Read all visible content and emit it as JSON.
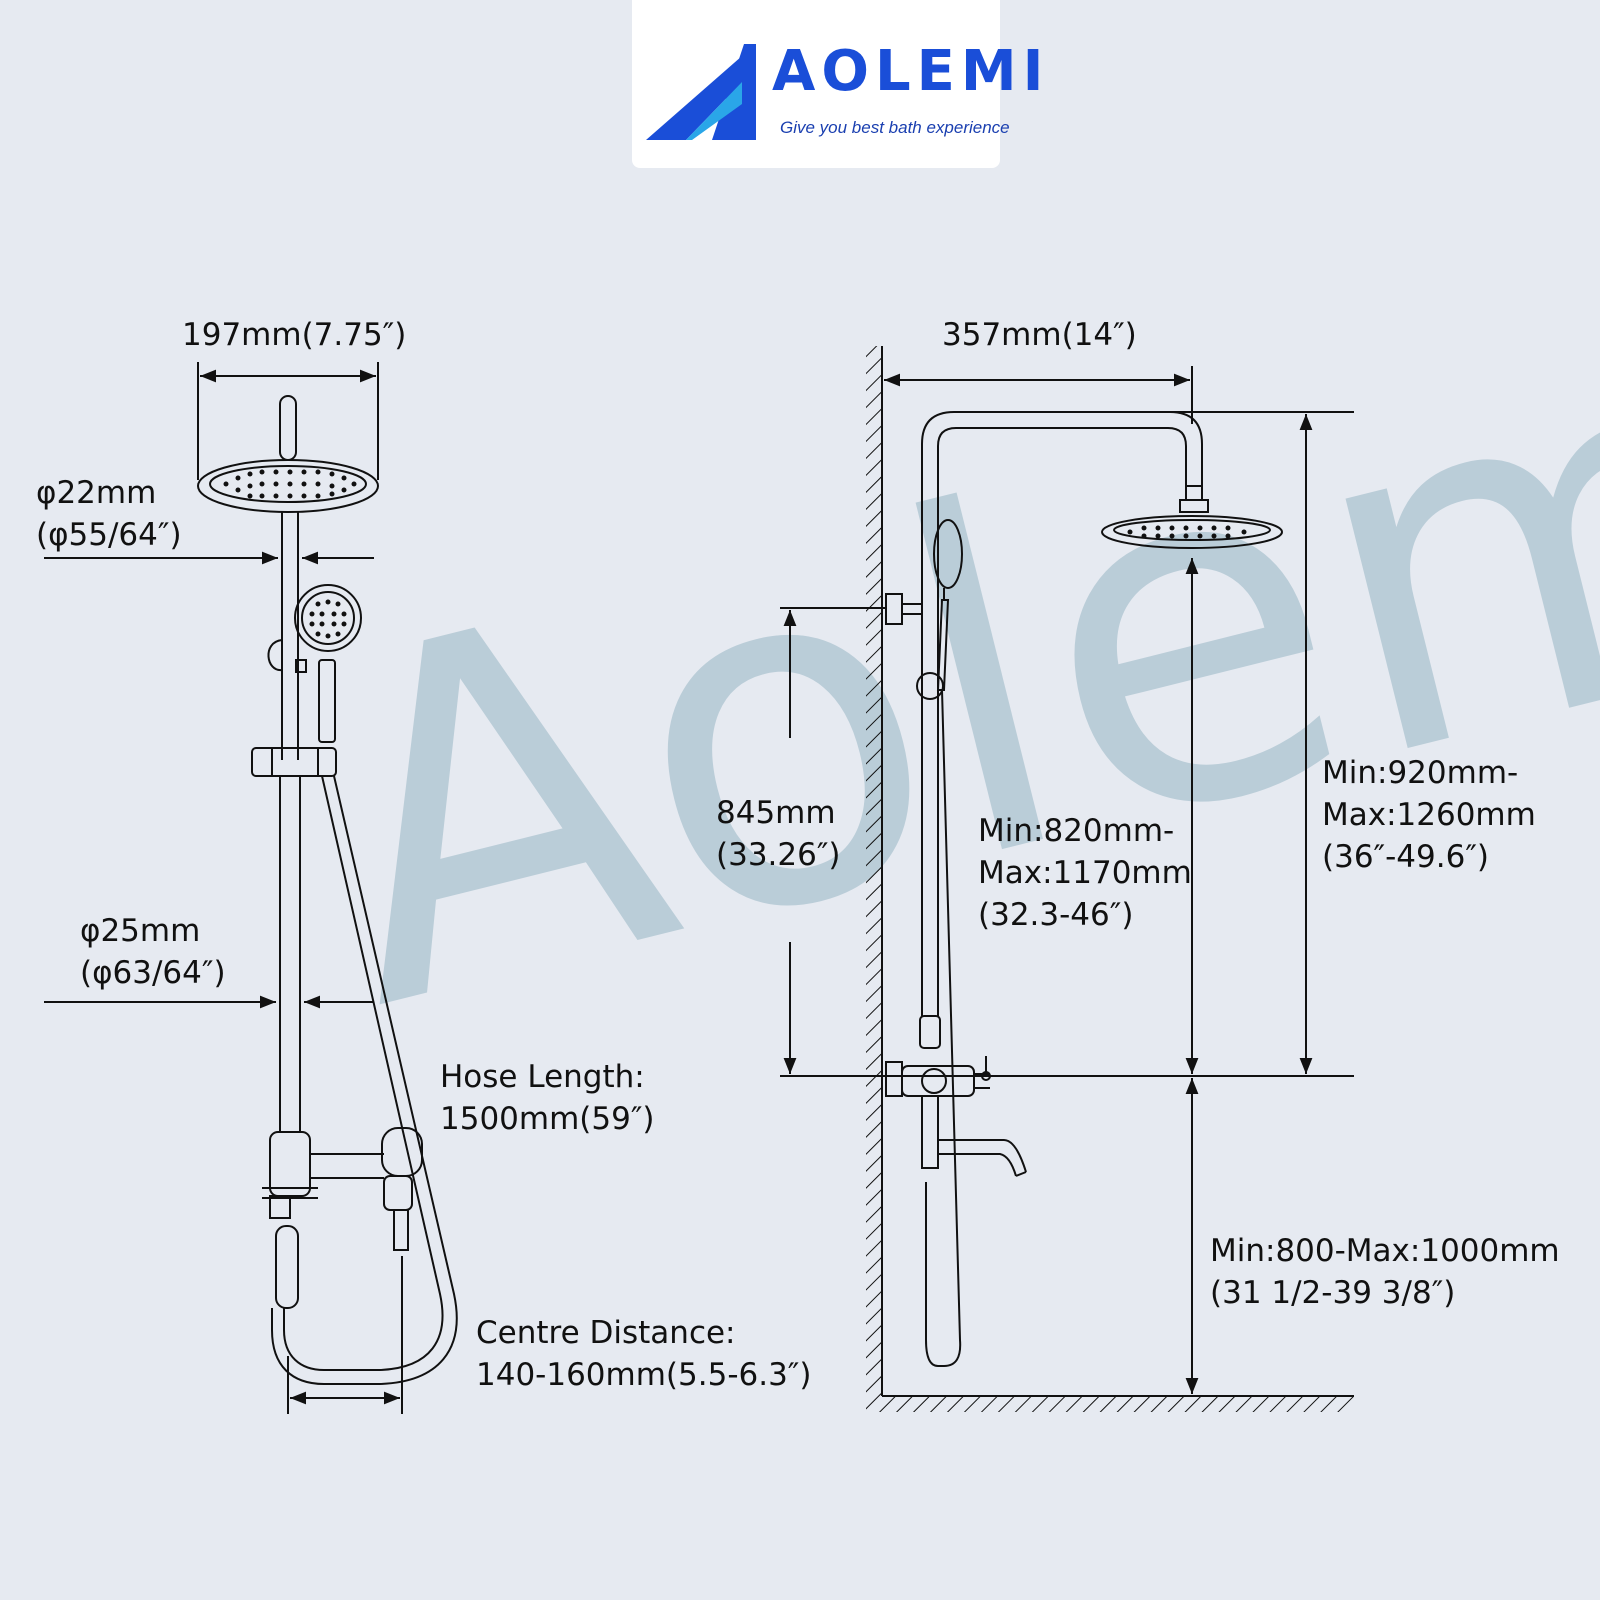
{
  "brand": {
    "name": "AOLEMI",
    "tagline": "Give you best bath experience",
    "colors": {
      "primary": "#1a4ed8",
      "accent": "#2aa6e8"
    }
  },
  "watermark": "Aolemi",
  "front_view": {
    "width": "197mm(7.75″)",
    "pipe_top_diameter": {
      "mm": "φ22mm",
      "inch": "(φ55/64″)"
    },
    "pipe_bottom_diameter": {
      "mm": "φ25mm",
      "inch": "(φ63/64″)"
    },
    "hose": {
      "line1": "Hose Length:",
      "line2": "1500mm(59″)"
    },
    "centre": {
      "line1": "Centre Distance:",
      "line2": "140-160mm(5.5-6.3″)"
    }
  },
  "side_view": {
    "reach": "357mm(14″)",
    "bracket_height": {
      "mm": "845mm",
      "inch": "(33.26″)"
    },
    "handheld_height": {
      "line1": "Min:820mm-",
      "line2": "Max:1170mm",
      "line3": "(32.3-46″)"
    },
    "overhead_height": {
      "line1": "Min:920mm-",
      "line2": "Max:1260mm",
      "line3": "(36″-49.6″)"
    },
    "floor_height": {
      "line1": "Min:800-Max:1000mm",
      "line2": "(31 1/2-39 3/8″)"
    }
  }
}
